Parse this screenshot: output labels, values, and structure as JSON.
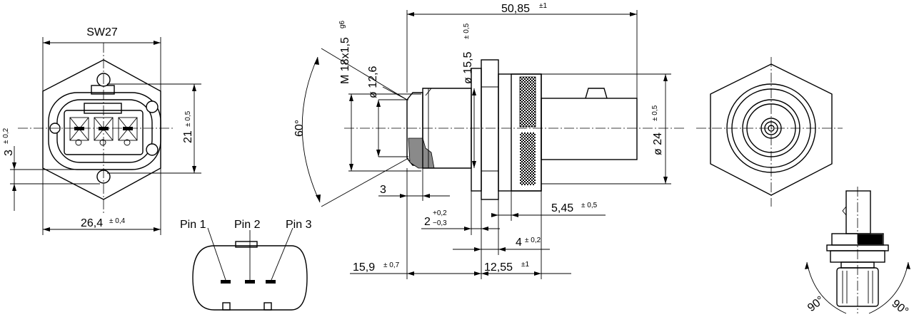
{
  "left_view": {
    "wrench_size": "SW27",
    "width_value": "26,4",
    "width_tol": "± 0,4",
    "height_value": "21",
    "height_tol": "± 0,5",
    "offset_value": "3",
    "offset_tol": "± 0,2"
  },
  "connector": {
    "pins": [
      "Pin 1",
      "Pin 2",
      "Pin 3"
    ]
  },
  "side_view": {
    "total_length": "50,85",
    "total_length_tol": "±1",
    "thread": "M 18x1,5",
    "thread_tol": "g6",
    "diameter_small": "ø 12,6",
    "diameter_mid": "ø 15,5",
    "diameter_mid_tol": "± 0,5",
    "diameter_large": "ø 24",
    "diameter_large_tol": "± 0,5",
    "angle": "60°",
    "dim_3": "3",
    "dim_2": "2",
    "dim_2_tol_upper": "+0,2",
    "dim_2_tol_lower": "−0,3",
    "dim_545": "5,45",
    "dim_545_tol": "± 0,5",
    "dim_4": "4",
    "dim_4_tol": "± 0,2",
    "dim_159": "15,9",
    "dim_159_tol": "± 0,7",
    "dim_1255": "12,55",
    "dim_1255_tol": "±1"
  },
  "small_view": {
    "angle_left": "90°",
    "angle_right": "90°"
  }
}
